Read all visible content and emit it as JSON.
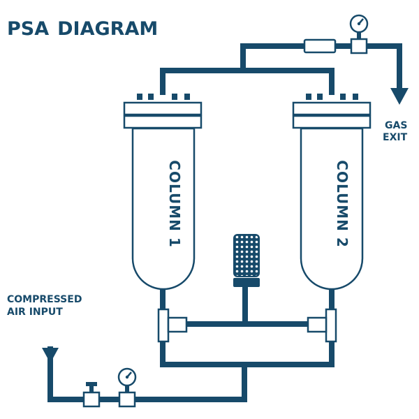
{
  "title": {
    "bold": "PSA",
    "rest": "DIAGRAM"
  },
  "labels": {
    "gas_exit_line1": "GAS",
    "gas_exit_line2": "EXIT",
    "input_line1": "COMPRESSED",
    "input_line2": "AIR INPUT"
  },
  "columns": [
    {
      "label": "COLUMN 1"
    },
    {
      "label": "COLUMN 2"
    }
  ],
  "icons": {
    "pressure_gauge": "pressure-gauge-icon",
    "valve": "valve-icon",
    "filter": "filter-icon",
    "silencer": "silencer-icon",
    "arrow": "arrow-down-icon"
  },
  "colors": {
    "primary": "#174a6a",
    "background": "#ffffff"
  }
}
